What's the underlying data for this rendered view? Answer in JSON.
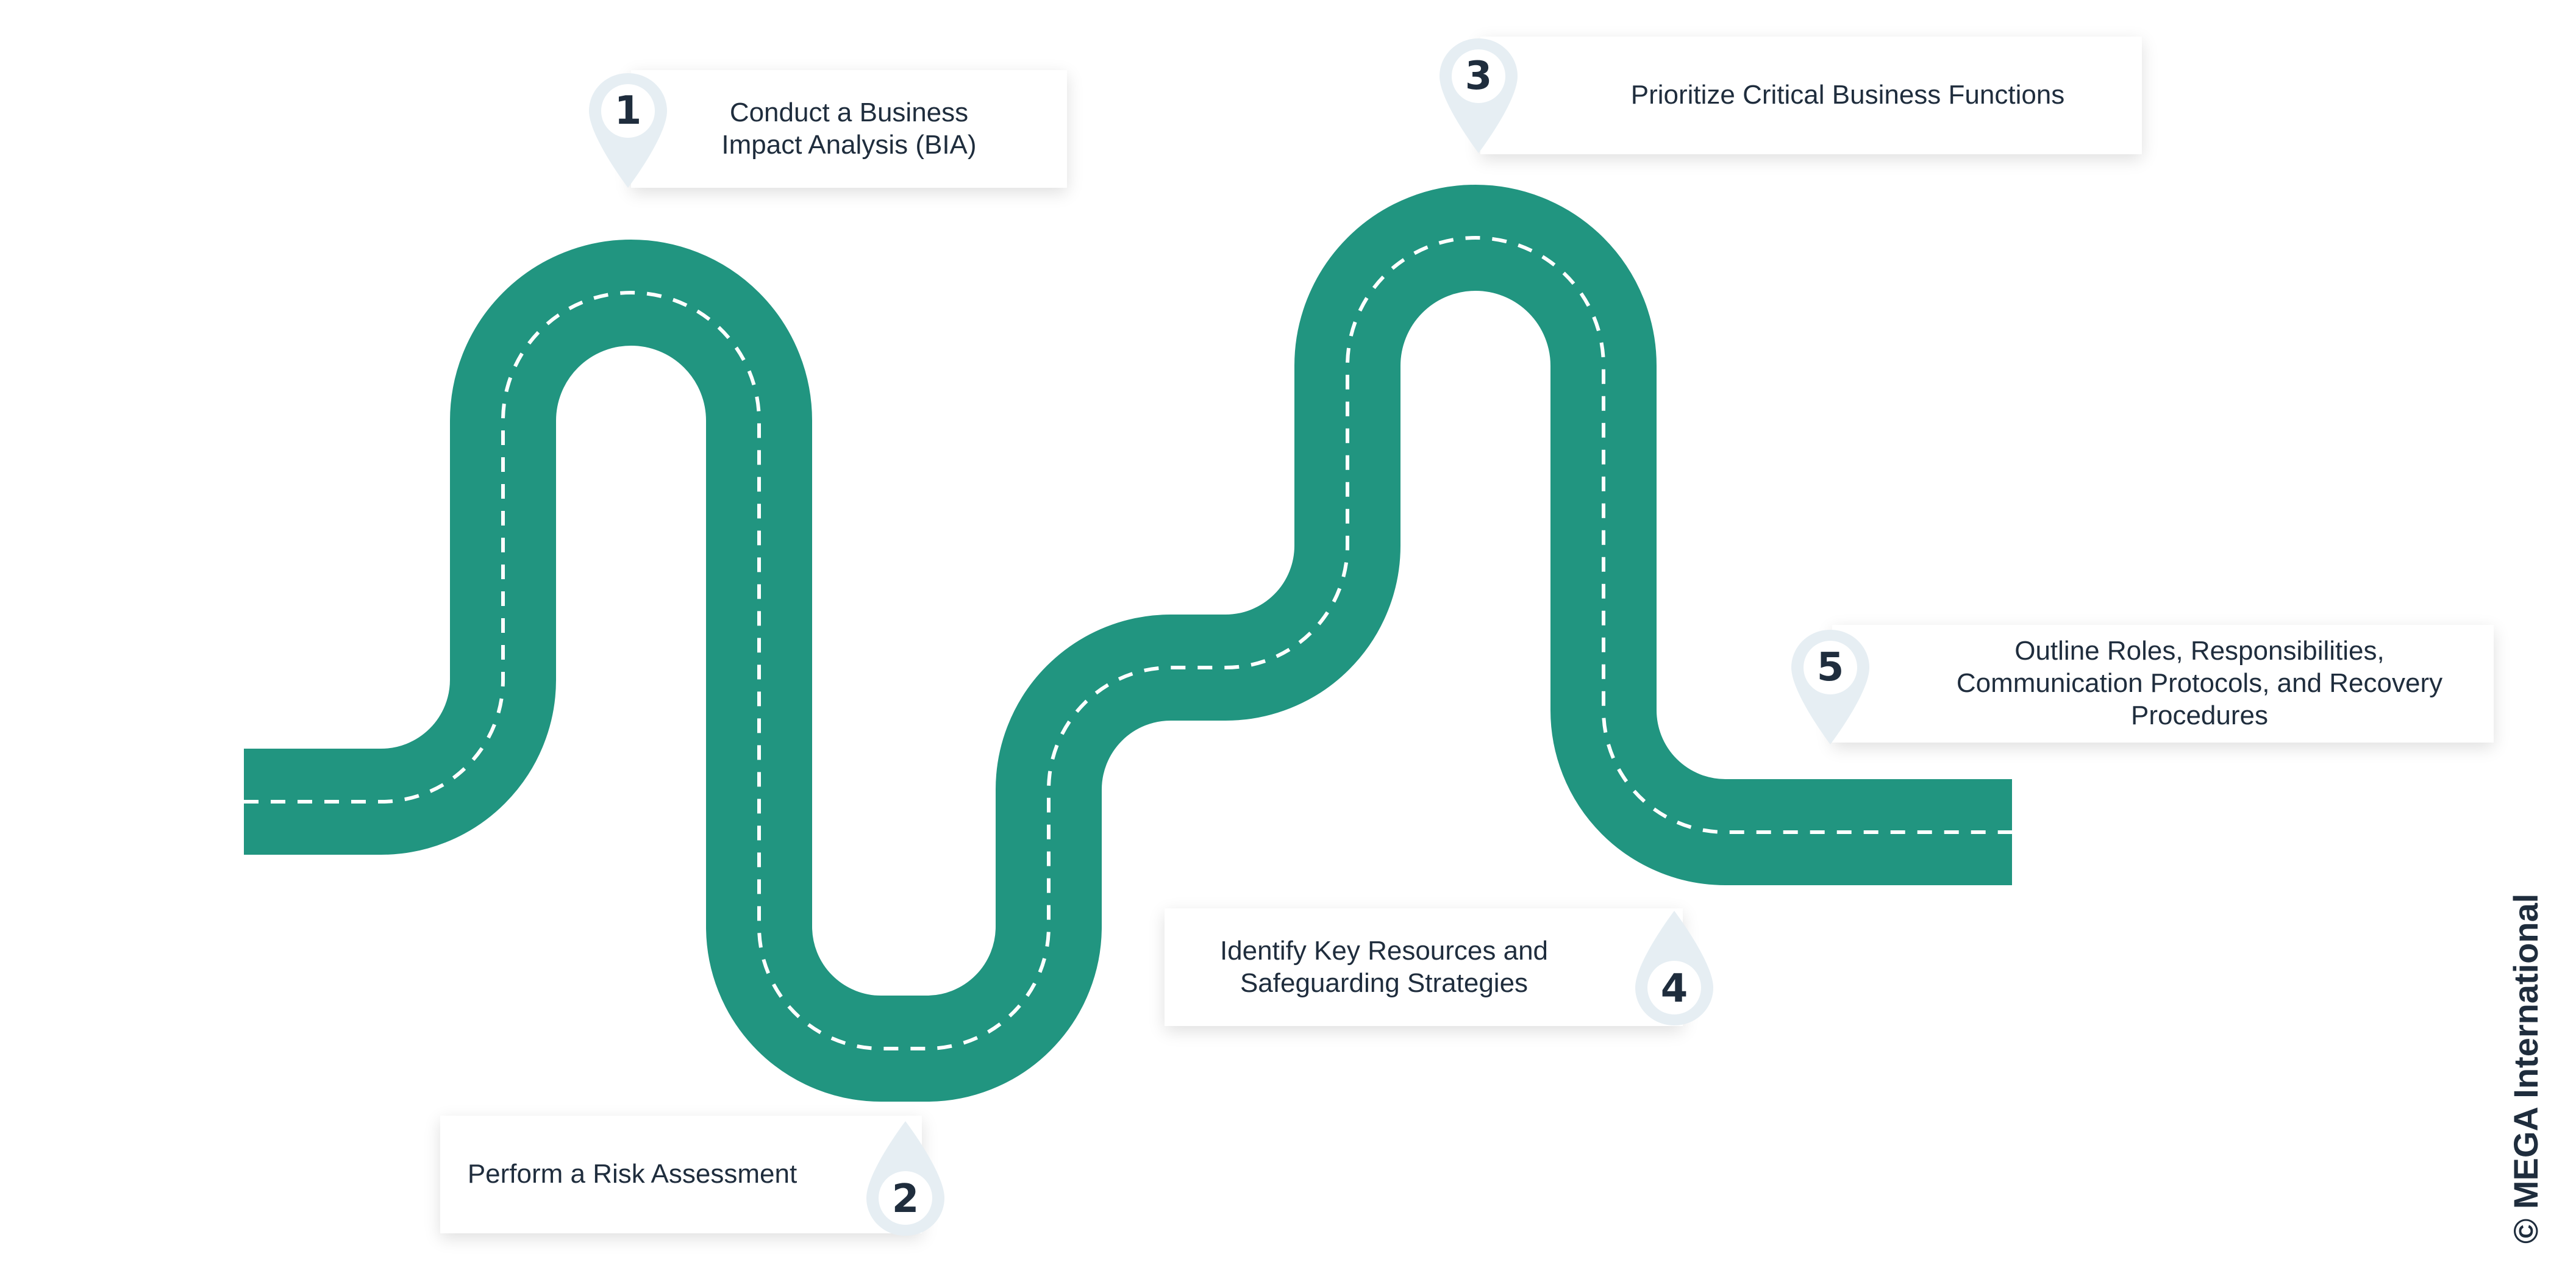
{
  "colors": {
    "road": "#219580",
    "lane": "#ffffff",
    "pin": "#e6eef3",
    "text": "#1f2d3d",
    "card": "#ffffff"
  },
  "steps": [
    {
      "number": "1",
      "label": "Conduct a Business\nImpact Analysis (BIA)"
    },
    {
      "number": "2",
      "label": "Perform a Risk Assessment"
    },
    {
      "number": "3",
      "label": "Prioritize Critical Business Functions"
    },
    {
      "number": "4",
      "label": "Identify Key Resources and\nSafeguarding Strategies"
    },
    {
      "number": "5",
      "label": "Outline Roles, Responsibilities,\nCommunication Protocols, and Recovery\nProcedures"
    }
  ],
  "copyright": "© MEGA International"
}
